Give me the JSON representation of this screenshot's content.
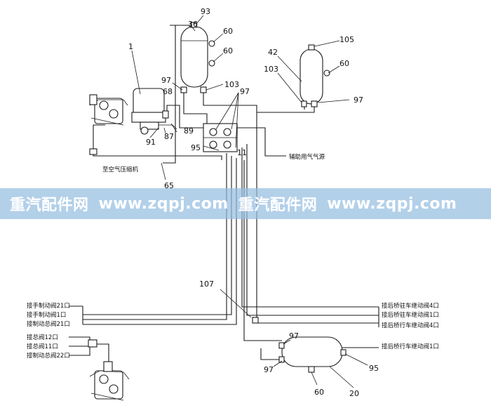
{
  "callouts": {
    "c1": "1",
    "c93": "93",
    "c36": "36",
    "c60a": "60",
    "c60b": "60",
    "c105": "105",
    "c42": "42",
    "c103a": "103",
    "c60c": "60",
    "c97a": "97",
    "c68": "68",
    "c103b": "103",
    "c97b": "97",
    "c97c": "97",
    "c89": "89",
    "c91": "91",
    "c87": "87",
    "c95a": "95",
    "c11": "11",
    "c65": "65",
    "c107": "107",
    "c97d": "97",
    "c97e": "97",
    "c60d": "60",
    "c20": "20",
    "c95b": "95"
  },
  "labels": {
    "aux_air": "辅助用气气源",
    "to_compressor": "至空气压缩机",
    "left_1": "接手制动阀21口",
    "left_2": "接手制动阀1口",
    "left_3": "接制动总阀21口",
    "left_4": "接总阀12口",
    "left_5": "接总阀11口",
    "left_6": "接制动总阀22口",
    "right_1": "接后桥驻车继动阀4口",
    "right_2": "接后桥驻车继动阀1口",
    "right_3": "接后桥行车继动阀4口",
    "right_4": "接后桥行车继动阀1口"
  },
  "watermark": {
    "segments": [
      "重汽配件网",
      "www.zqpj.com",
      "重汽配件网",
      "www.zqpj.com"
    ]
  }
}
